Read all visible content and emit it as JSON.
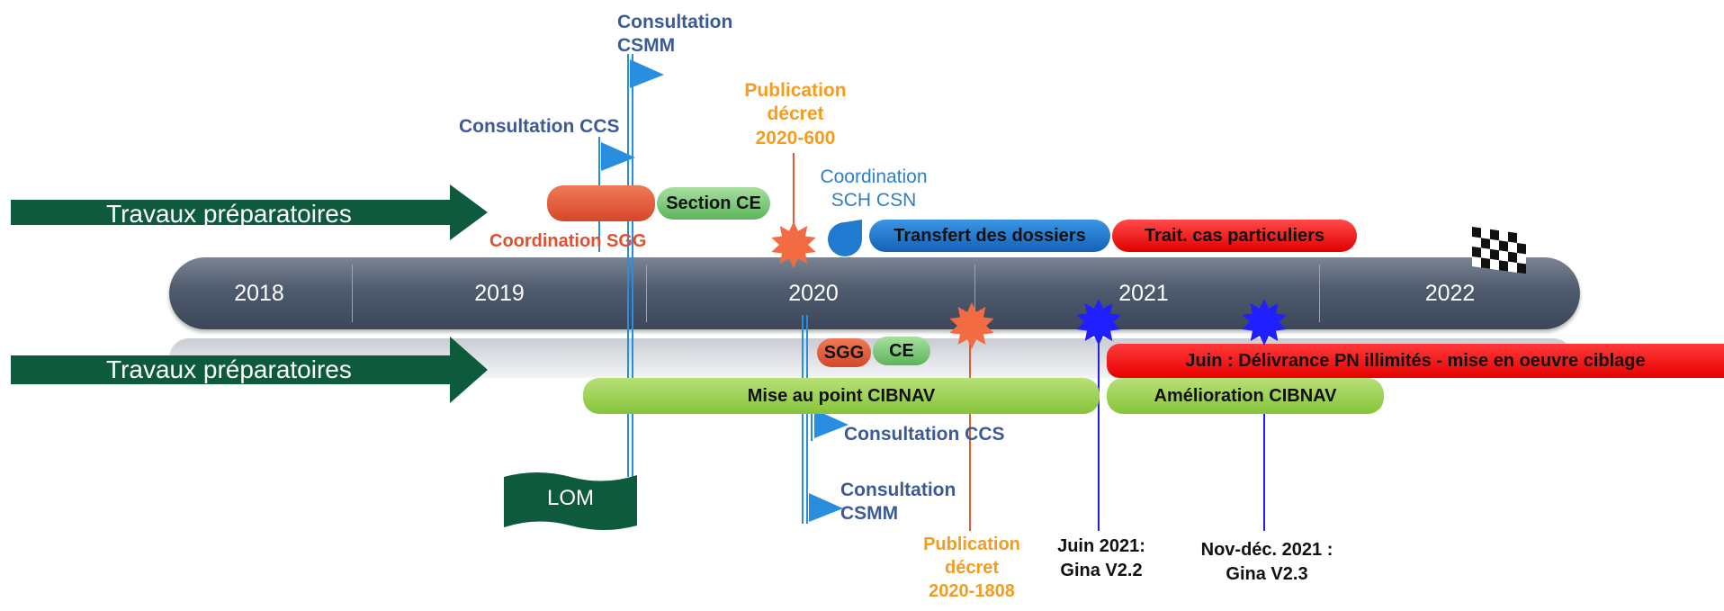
{
  "timeline": {
    "years": [
      "2018",
      "2019",
      "2020",
      "2021",
      "2022"
    ]
  },
  "arrows": {
    "top": "Travaux préparatoires",
    "bottom": "Travaux préparatoires"
  },
  "labels": {
    "consultation_csmm_top": [
      "Consultation",
      "CSMM"
    ],
    "consultation_ccs_top": "Consultation CCS",
    "publication_600": [
      "Publication",
      "décret",
      "2020-600"
    ],
    "coordination_sgg": "Coordination SGG",
    "coordination_sch": [
      "Coordination",
      "SCH CSN"
    ],
    "consultation_ccs_bottom": "Consultation CCS",
    "consultation_csmm_bottom": [
      "Consultation",
      "CSMM"
    ],
    "publication_1808": [
      "Publication",
      "décret",
      "2020-1808"
    ],
    "juin_2021": [
      "Juin 2021:",
      "Gina V2.2"
    ],
    "nov_dec_2021": [
      "Nov-déc. 2021 :",
      "Gina V2.3"
    ],
    "lom": "LOM"
  },
  "bars": {
    "section_ce": "Section CE",
    "transfert": "Transfert des dossiers",
    "trait": "Trait. cas particuliers",
    "sgg": "SGG",
    "ce": "CE",
    "juin_delivrance": "Juin : Délivrance PN illimités - mise en oeuvre ciblage",
    "mise_au_point": "Mise au point CIBNAV",
    "amelioration": "Amélioration CIBNAV"
  },
  "colors": {
    "dark_green": "#0d5a3c",
    "orange_red": "#d9502c",
    "green_pill": "#7ec87a",
    "light_green": "#9fd45a",
    "blue_pill": "#1f7ad0",
    "red_pill": "#ff1a1a",
    "flag_blue": "#2a8ee0",
    "star_blue": "#1f1fff",
    "star_orange": "#f26b43"
  }
}
